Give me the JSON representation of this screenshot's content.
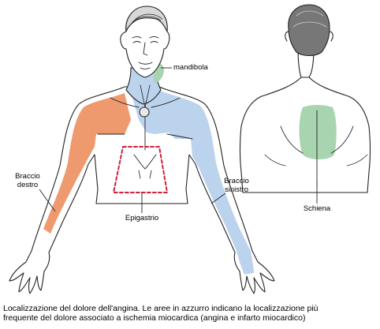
{
  "colors": {
    "blue": "#bcd3ee",
    "orange": "#ef9a6e",
    "green": "#a8d4b0",
    "outline": "#222222",
    "epigastrium_outline": "#d0203a"
  },
  "labels": {
    "mandibola": "mandibola",
    "braccio_destro_line1": "Braccio",
    "braccio_destro_line2": "destro",
    "braccio_sinistro_line1": "Braccio",
    "braccio_sinistro_line2": "sinistro",
    "epigastrio": "Epigastrio",
    "schiena": "Schiena"
  },
  "caption": {
    "line1": "Localizzazione del dolore dell'angina. Le aree in azzurro indicano la localizzazione più",
    "line2": "frequente del dolore associato a ischemia miocardica (angina e infarto miocardico)"
  }
}
